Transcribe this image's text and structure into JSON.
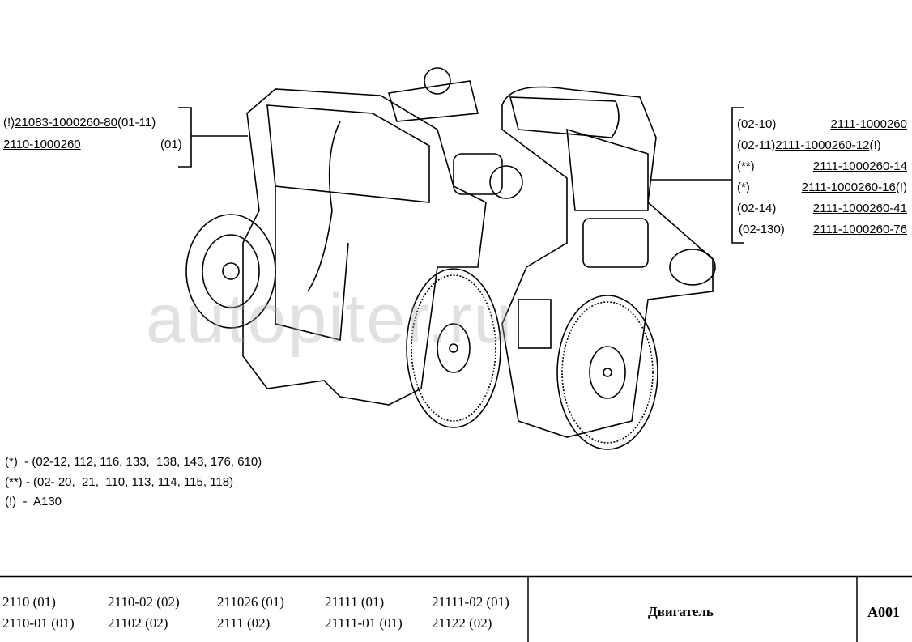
{
  "left_callout": {
    "rows": [
      {
        "prefix": "(!)",
        "part": "21083-1000260-80",
        "suffix": "(01-11)"
      },
      {
        "prefix": "",
        "part": "2110-1000260",
        "suffix": "(01)"
      }
    ]
  },
  "right_callout": {
    "rows": [
      {
        "prefix": "(02-10)",
        "part": "2111-1000260",
        "suffix": ""
      },
      {
        "prefix": "(02-11)",
        "part": "2111-1000260-12",
        "suffix": "(!)"
      },
      {
        "prefix": "(**)",
        "part": "2111-1000260-14",
        "suffix": ""
      },
      {
        "prefix": "(*)",
        "part": "2111-1000260-16",
        "suffix": "(!)"
      },
      {
        "prefix": "(02-14)",
        "part": "2111-1000260-41",
        "suffix": ""
      },
      {
        "prefix": "(02-130)",
        "part": "2111-1000260-76",
        "suffix": ""
      }
    ]
  },
  "notes": [
    "(*)  - (02-12, 112, 116, 133,  138, 143, 176, 610)",
    "(**) - (02- 20,  21,  110, 113, 114, 115, 118)",
    "(!)  -  A130"
  ],
  "watermark": "autopiter.ru",
  "footer": {
    "models": [
      [
        "2110 (01)",
        "2110-02 (02)",
        "211026 (01)",
        "21111 (01)",
        "21111-02 (01)"
      ],
      [
        "2110-01 (01)",
        "21102 (02)",
        "2111 (02)",
        "21111-01 (01)",
        "21122 (02)"
      ]
    ],
    "title": "Двигатель",
    "code": "A001"
  }
}
